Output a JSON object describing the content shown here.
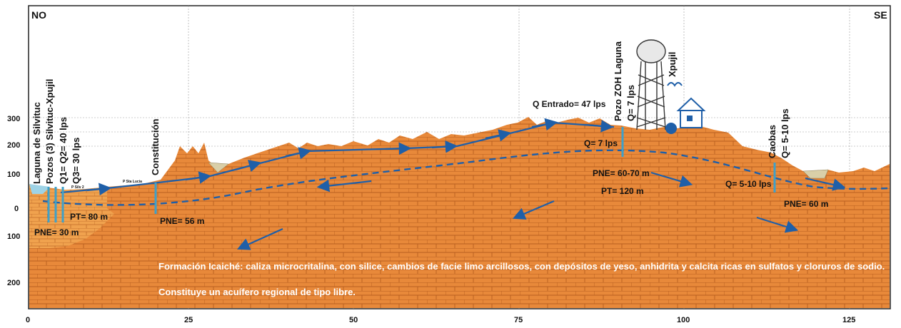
{
  "orientation": {
    "left": "NO",
    "right": "SE"
  },
  "x_axis": {
    "ticks": [
      "0",
      "25",
      "50",
      "75",
      "100",
      "125"
    ]
  },
  "y_axis": {
    "ticks": [
      "300",
      "200",
      "100",
      "0",
      "100",
      "200"
    ]
  },
  "wells": {
    "laguna": "Laguna de Silvituc",
    "pozos_line1": "Pozos (3) Silvituc-Xpujil",
    "pozos_line2": "Q1= Q2= 40 lps",
    "pozos_line3": "Q3= 30 lps",
    "constitucion": "Constitución",
    "pozo_zoh_line1": "Pozo ZOH Laguna",
    "pozo_zoh_line2": "Q= 7 lps",
    "xpujil": "Xpujil",
    "caobas_line1": "Caobas",
    "caobas_line2": "Q= 5-10 lps",
    "small1": "P Sta Lucia",
    "small2": "P Silv 2"
  },
  "annotations": {
    "q_entrado": "Q Entrado= 47 lps",
    "q7": "Q= 7 lps",
    "pne_6070": "PNE= 60-70 m",
    "pt_120": "PT= 120 m",
    "q_510": "Q= 5-10 lps",
    "pne_60": "PNE= 60 m",
    "pt_80": "PT= 80 m",
    "pne_30": "PNE= 30 m",
    "pne_56": "PNE= 56 m"
  },
  "legend": {
    "line1": "Formación Icaiché: caliza microcritalina, con silice, cambios de facie limo arcillosos, con depósitos de yeso, anhidrita y calcita ricas en sulfatos y cloruros de sodio.",
    "line2": "Constituye un acuífero regional de tipo libre."
  },
  "colors": {
    "brick": "#E8893A",
    "brick_line": "#B85F20",
    "water_arrow": "#1F5FA8",
    "water_table": "#1F5FA8",
    "laguna": "#9ED3E6",
    "sediment": "#D9CFA8"
  }
}
